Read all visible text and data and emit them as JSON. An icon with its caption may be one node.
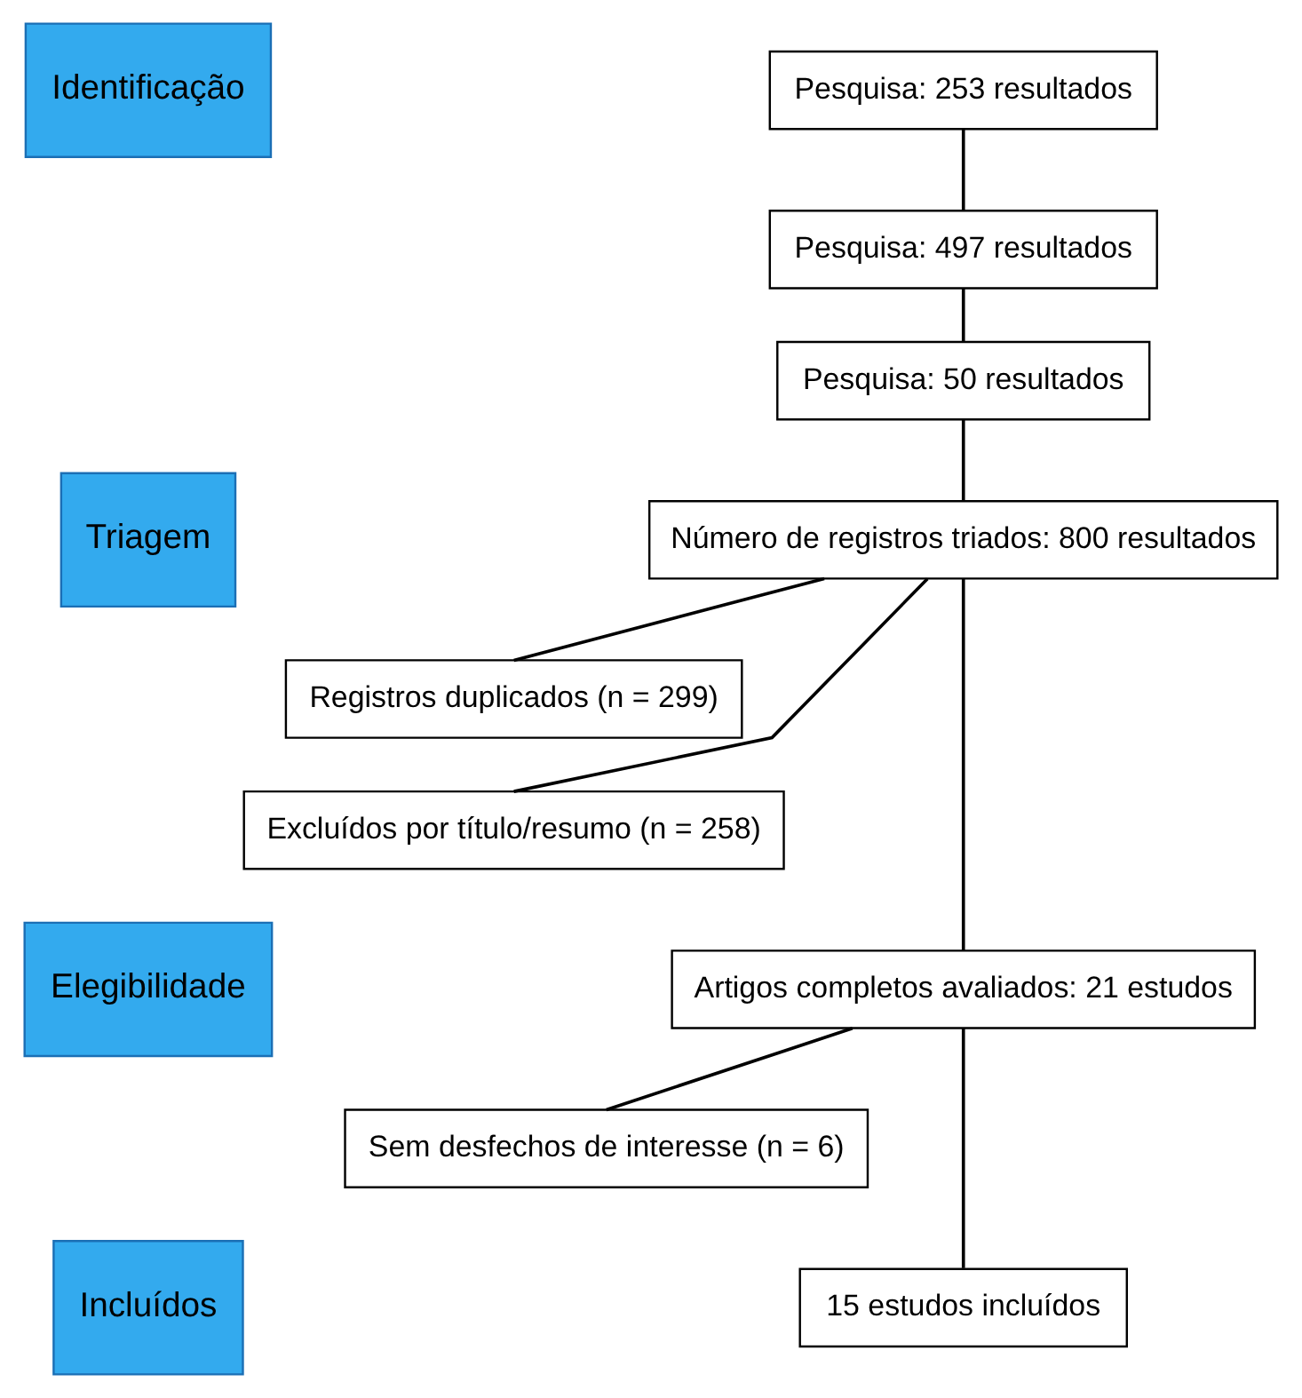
{
  "diagram": {
    "nodes": [
      {
        "text": [
          "Identificação"
        ]
      },
      {
        "text": [
          "Pesquisa: 253 resultados"
        ]
      },
      {
        "text": [
          "Pesquisa: 497 resultados"
        ]
      },
      {
        "text": [
          "Pesquisa: 50 resultados"
        ]
      },
      {
        "text": [
          "Triagem"
        ]
      },
      {
        "text": [
          "Número de registros triados: 800 resultados"
        ]
      },
      {
        "text": [
          "Registros duplicados (n = 299)"
        ]
      },
      {
        "text": [
          "Excluídos por título/resumo (n = 258)"
        ]
      },
      {
        "text": [
          "Elegibilidade"
        ]
      },
      {
        "text": [
          "Artigos completos avaliados: 21 estudos"
        ]
      },
      {
        "text": [
          "Sem desfechos de interesse (n = 6)"
        ]
      },
      {
        "text": [
          "Incluídos"
        ]
      },
      {
        "text": [
          "15 estudos incluídos"
        ]
      }
    ],
    "edges": [
      {
        "from": 1,
        "to": 2,
        "arrow": "none"
      },
      {
        "from": 2,
        "to": 3,
        "arrow": "none"
      },
      {
        "from": 3,
        "to": 5,
        "arrow": "none"
      },
      {
        "from": 5,
        "to": 6,
        "arrow": "none"
      },
      {
        "from": 5,
        "to": 7,
        "arrow": "none"
      },
      {
        "from": 5,
        "to": 9,
        "arrow": "none"
      },
      {
        "from": 9,
        "to": 10,
        "arrow": "none"
      },
      {
        "from": 9,
        "to": 12,
        "arrow": "none"
      }
    ]
  }
}
